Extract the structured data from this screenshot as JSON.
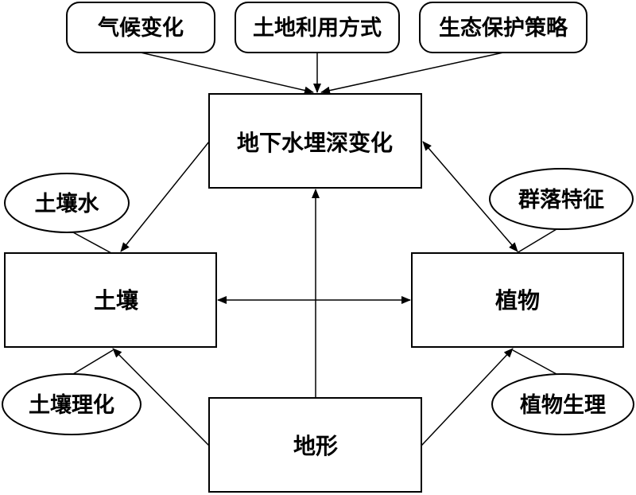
{
  "nodes": {
    "climate_change": "气候变化",
    "land_use": "土地利用方式",
    "eco_protection": "生态保护策略",
    "groundwater_depth": "地下水埋深变化",
    "soil_water": "土壤水",
    "soil": "土壤",
    "community": "群落特征",
    "vegetation": "植物",
    "soil_chem": "土壤理化",
    "terrain": "地形",
    "plant_physiology": "植物生理"
  }
}
